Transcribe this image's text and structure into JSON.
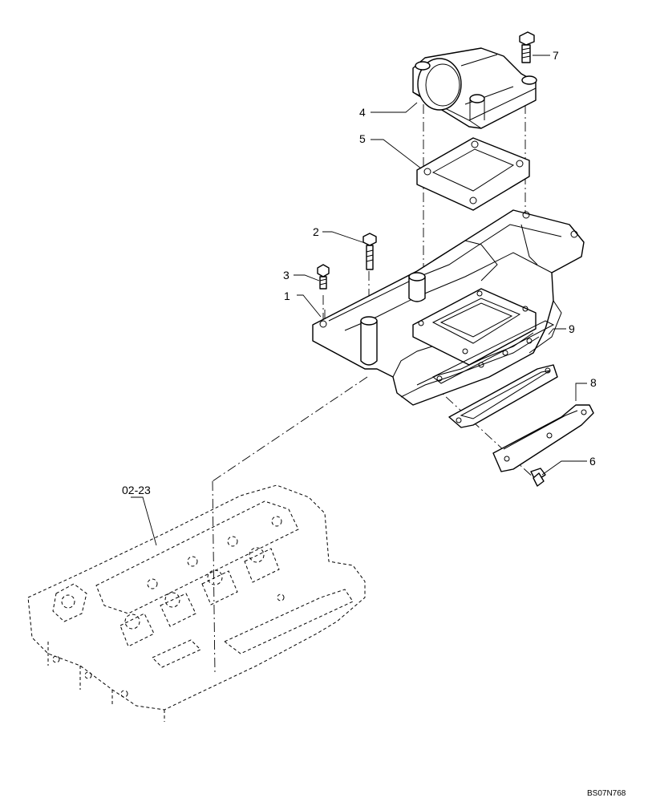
{
  "callouts": {
    "c1": "1",
    "c2": "2",
    "c3": "3",
    "c4": "4",
    "c5": "5",
    "c6": "6",
    "c7": "7",
    "c8": "8",
    "c9": "9",
    "ref": "02-23"
  },
  "drawing_code": "BS07N768"
}
